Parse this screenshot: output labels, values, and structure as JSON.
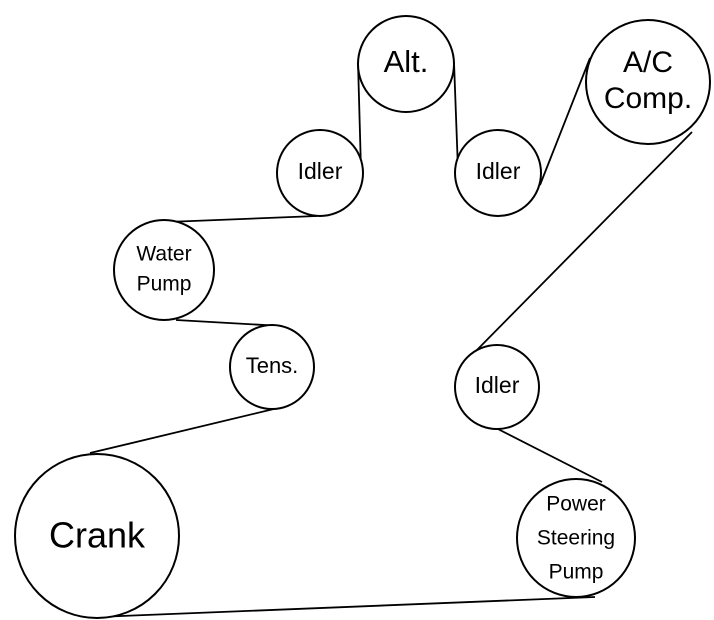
{
  "diagram": {
    "pulleys": {
      "alt": {
        "label": "Alt."
      },
      "ac_comp": {
        "line1": "A/C",
        "line2": "Comp."
      },
      "idler_left": {
        "label": "Idler"
      },
      "idler_right": {
        "label": "Idler"
      },
      "water_pump": {
        "line1": "Water",
        "line2": "Pump"
      },
      "tensioner": {
        "label": "Tens."
      },
      "idler_lower": {
        "label": "Idler"
      },
      "crank": {
        "label": "Crank"
      },
      "power_steering_pump": {
        "line1": "Power",
        "line2": "Steering",
        "line3": "Pump"
      }
    }
  }
}
